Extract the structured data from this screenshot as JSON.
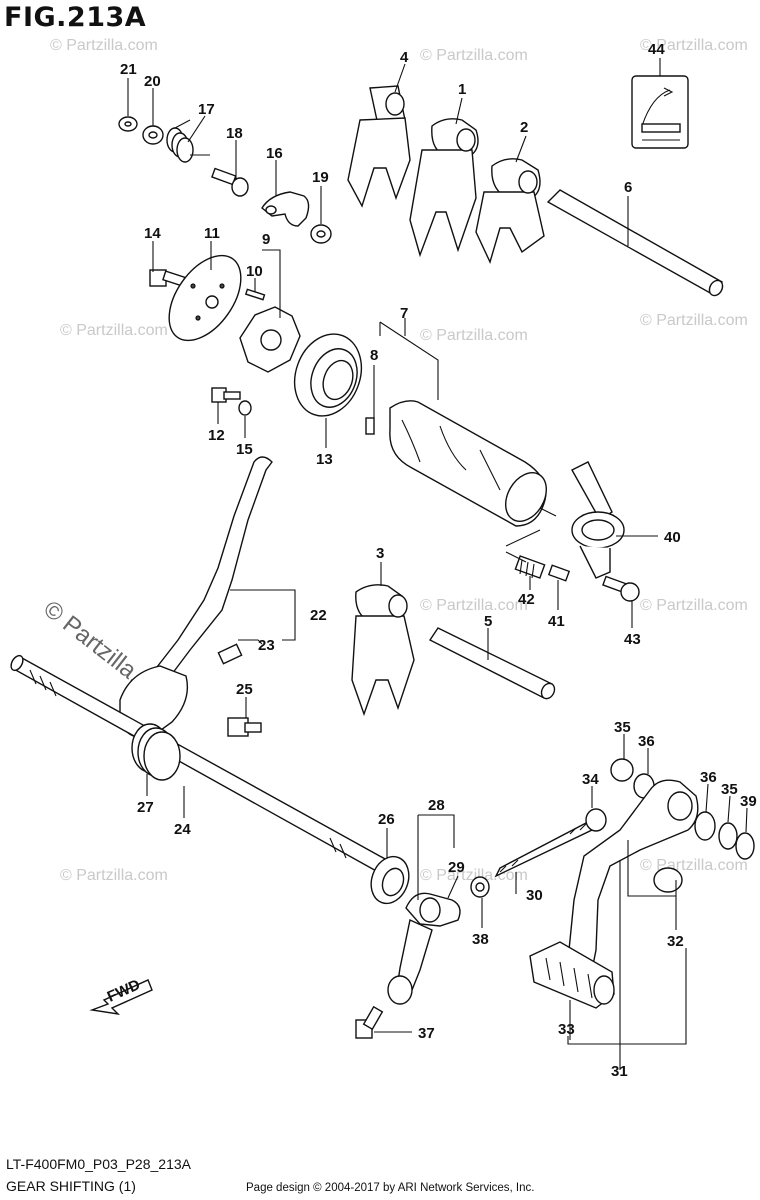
{
  "figure": {
    "title": "FIG.213A",
    "code": "LT-F400FM0_P03_P28_213A",
    "group": "GEAR SHIFTING (1)",
    "copyright": "Page design © 2004-2017 by ARI Network Services, Inc."
  },
  "watermark": {
    "text": "© Partzilla.com"
  },
  "direction": {
    "label": "FWD"
  },
  "callouts": [
    "1",
    "2",
    "3",
    "4",
    "5",
    "6",
    "7",
    "8",
    "9",
    "10",
    "11",
    "12",
    "13",
    "14",
    "15",
    "16",
    "17",
    "18",
    "19",
    "20",
    "21",
    "22",
    "23",
    "24",
    "25",
    "26",
    "27",
    "28",
    "29",
    "30",
    "31",
    "32",
    "33",
    "34",
    "35",
    "36",
    "37",
    "38",
    "39",
    "40",
    "41",
    "42",
    "43",
    "44"
  ]
}
